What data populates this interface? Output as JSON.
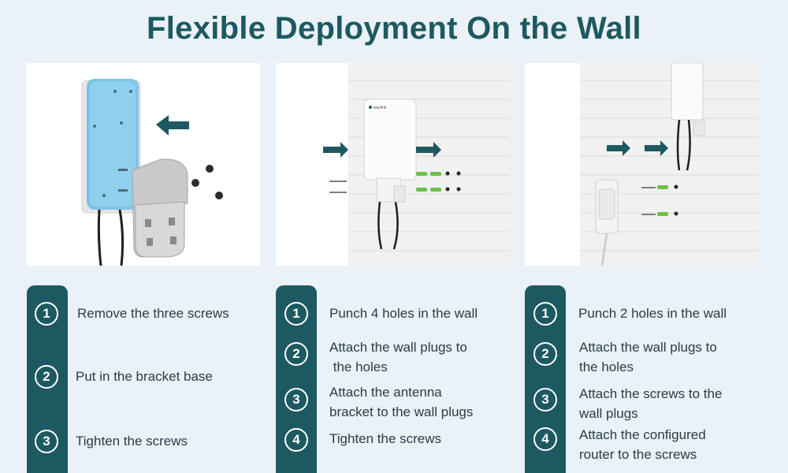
{
  "title": "Flexible Deployment On the Wall",
  "colors": {
    "accent": "#1d5960",
    "background": "#eaf1f7",
    "arrow": "#1d5960",
    "plug": "#6cc04a"
  },
  "brand_on_device": "wavlink",
  "steps": [
    {
      "items": [
        {
          "num": "1",
          "text": "Remove the three screws"
        },
        {
          "num": "2",
          "text": "Put in the bracket base"
        },
        {
          "num": "3",
          "text": "Tighten the screws"
        }
      ]
    },
    {
      "items": [
        {
          "num": "1",
          "text": "Punch 4 holes in the wall"
        },
        {
          "num": "2",
          "text": "Attach the wall plugs to",
          "text2": " the holes"
        },
        {
          "num": "3",
          "text": "Attach the antenna",
          "text2": "bracket to the wall plugs"
        },
        {
          "num": "4",
          "text": "Tighten the screws"
        }
      ]
    },
    {
      "items": [
        {
          "num": "1",
          "text": "Punch 2 holes in the wall"
        },
        {
          "num": "2",
          "text": "Attach the wall plugs to",
          "text2": "the holes"
        },
        {
          "num": "3",
          "text": "Attach the screws to the",
          "text2": "wall plugs"
        },
        {
          "num": "4",
          "text": "Attach the configured",
          "text2": "router to the screws"
        }
      ]
    }
  ]
}
